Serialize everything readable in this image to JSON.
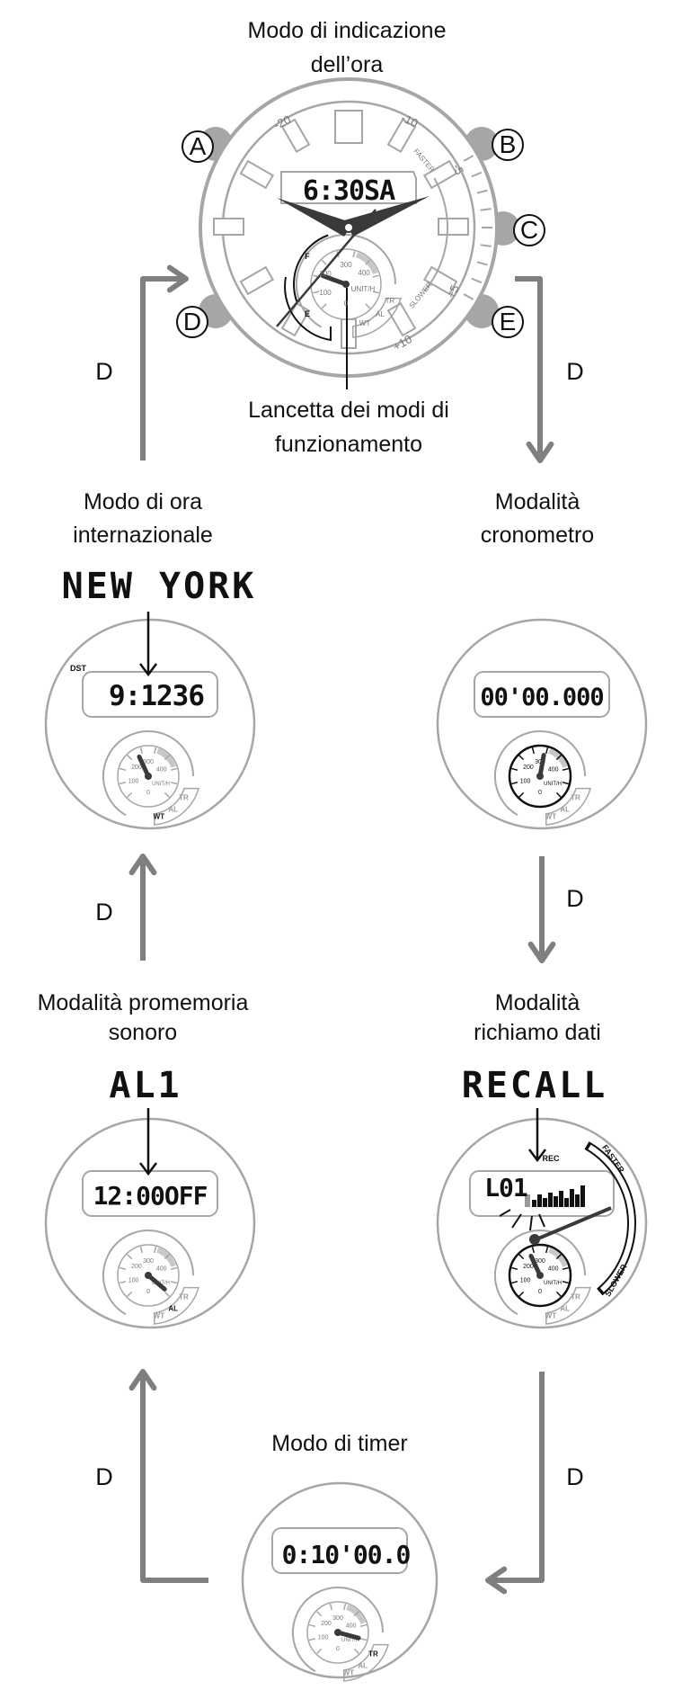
{
  "colors": {
    "line": "#a6a6a6",
    "arrow": "#7f7f7f",
    "hand": "#3a3a3a",
    "text": "#111111"
  },
  "main": {
    "title_line1": "Modo di indicazione",
    "title_line2": "dell’ora",
    "lcd": "6:30SA",
    "buttons": [
      "A",
      "B",
      "C",
      "D",
      "E"
    ],
    "bezel": [
      "-20",
      "-10",
      "-5",
      "+5",
      "+10"
    ],
    "faster": "FASTER",
    "slower": "SLOWER",
    "subdial": [
      "100",
      "200",
      "300",
      "400",
      "0",
      "UNIT/H"
    ],
    "mode_labels": [
      "WT",
      "AL",
      "TR"
    ],
    "fe": [
      "F",
      "E"
    ],
    "pointer_label_line1": "Lancetta dei modi di",
    "pointer_label_line2": "funzionamento"
  },
  "arrows": {
    "label": "D"
  },
  "modes": {
    "world_time": {
      "title_line1": "Modo di ora",
      "title_line2": "internazionale",
      "banner": "NEW YORK",
      "lcd": "9:1236",
      "indicator": "DST"
    },
    "stopwatch": {
      "title_line1": "Modalità",
      "title_line2": "cronometro",
      "lcd": "00'00.000"
    },
    "alarm": {
      "title_line1": "Modalità promemoria",
      "title_line2": "sonoro",
      "banner": "AL1",
      "lcd": "12:00OFF"
    },
    "recall": {
      "title_line1": "Modalità",
      "title_line2": "richiamo dati",
      "banner": "RECALL",
      "lcd": "L01",
      "indicator": "REC"
    },
    "timer": {
      "title": "Modo di timer",
      "lcd": "0:10'00.0"
    }
  }
}
